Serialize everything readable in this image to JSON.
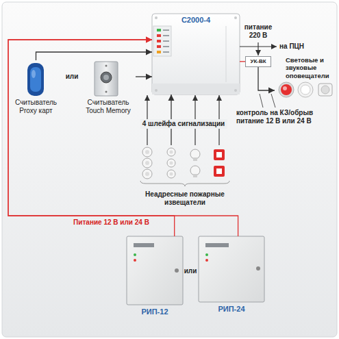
{
  "diagram": {
    "nodes": [
      {
        "text": [
          "С2000-4"
        ]
      },
      {
        "text": [
          "Считыватель Proxy карт"
        ]
      },
      {
        "text": [
          "Считыватель Touch Memory"
        ]
      },
      {
        "text": [
          "УК-ВК"
        ]
      },
      {
        "text": [
          "Световые и звуковые оповещатели"
        ]
      },
      {
        "text": [
          "Неадресные пожарные извещатели"
        ]
      },
      {
        "text": [
          "РИП-12"
        ]
      },
      {
        "text": [
          "РИП-24"
        ]
      }
    ],
    "edges": [
      {
        "from": 1,
        "to": 0,
        "arrow": "to"
      },
      {
        "from": 2,
        "to": 0,
        "arrow": "to"
      },
      {
        "from": 0,
        "to": 3,
        "arrow": "none"
      },
      {
        "from": 3,
        "to": 4,
        "arrow": "to"
      },
      {
        "from": 5,
        "to": 0,
        "arrow": "to"
      },
      {
        "from": 6,
        "to": 0,
        "arrow": "to"
      },
      {
        "from": 7,
        "to": 0,
        "arrow": "to"
      }
    ],
    "labels": [
      "питание 220 В",
      "на ПЦН",
      "или",
      "4 шлейфа сигнализации",
      "контроль на КЗ/обрыв питание 12 В или 24 В",
      "Питание 12 В или 24 В",
      "или"
    ]
  }
}
